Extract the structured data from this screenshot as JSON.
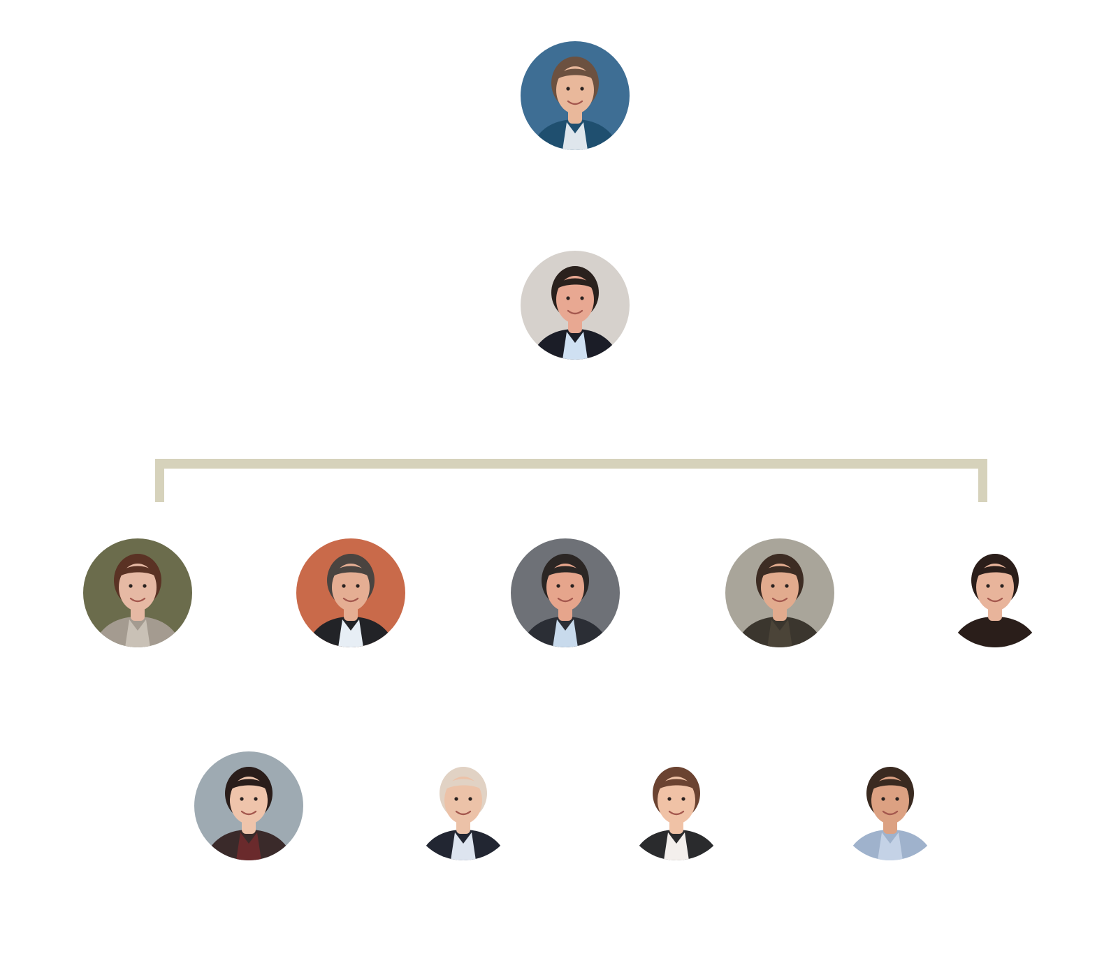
{
  "colors": {
    "connector": "#d6d2bb",
    "background": "#ffffff"
  },
  "people": [
    {
      "role": "ceo",
      "bg": "#3e6e94",
      "skin": "#e9b89b",
      "hair": "#6c5140",
      "shirt": "#dfe6ec",
      "jacket": "#1f4f6f"
    },
    {
      "role": "deputy",
      "bg": "#d6d1cc",
      "skin": "#e8a892",
      "hair": "#2a211d",
      "shirt": "#cfe0f2",
      "jacket": "#1b1d27"
    },
    {
      "role": "r1-1",
      "bg": "#6b6c4c",
      "skin": "#e6b9a4",
      "hair": "#5a3224",
      "shirt": "#c9c1b6",
      "jacket": "#a49b90"
    },
    {
      "role": "r1-2",
      "bg": "#c96a4a",
      "skin": "#e5ae93",
      "hair": "#4a4440",
      "shirt": "#e7eef5",
      "jacket": "#222327"
    },
    {
      "role": "r1-3",
      "bg": "#6e7177",
      "skin": "#e6a58c",
      "hair": "#2b2624",
      "shirt": "#c8daec",
      "jacket": "#2b2e35"
    },
    {
      "role": "r1-4",
      "bg": "#a9a59a",
      "skin": "#e2ab8e",
      "hair": "#3d2c23",
      "shirt": "#4b4438",
      "jacket": "#3b362e"
    },
    {
      "role": "r1-5",
      "bg": "#ffffff",
      "skin": "#e8b49b",
      "hair": "#2b1e1a",
      "shirt": "#2a1e1a",
      "jacket": "#2a1e1a"
    },
    {
      "role": "r2-1",
      "bg": "#9eaab2",
      "skin": "#efc4ab",
      "hair": "#2a1d1a",
      "shirt": "#6a2a2c",
      "jacket": "#3a2a2a"
    },
    {
      "role": "r2-2",
      "bg": "#ffffff",
      "skin": "#ecc2a8",
      "hair": "#e1d2c4",
      "shirt": "#dde4ef",
      "jacket": "#222632"
    },
    {
      "role": "r2-3",
      "bg": "#ffffff",
      "skin": "#f0c2a6",
      "hair": "#6b4331",
      "shirt": "#f3efec",
      "jacket": "#2a2b2d"
    },
    {
      "role": "r2-4",
      "bg": "#ffffff",
      "skin": "#dca182",
      "hair": "#3a2a20",
      "shirt": "#c4d2e6",
      "jacket": "#9fb2cc"
    }
  ]
}
